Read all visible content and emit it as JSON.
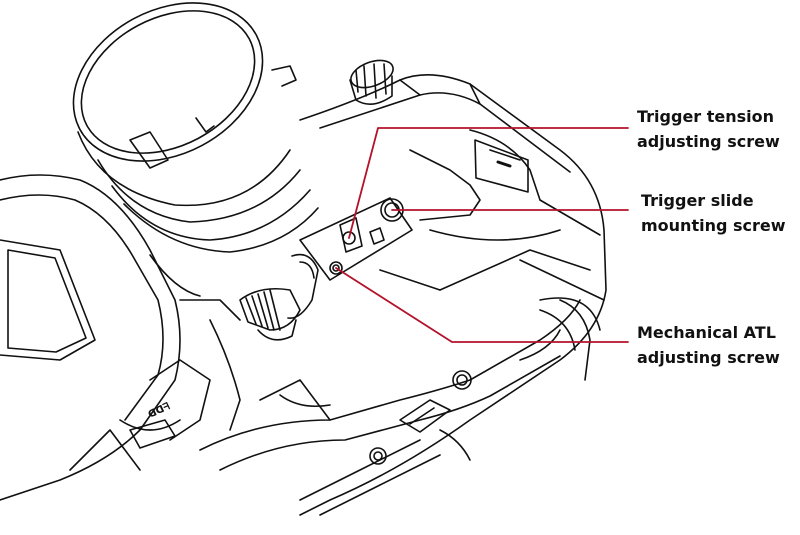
{
  "colors": {
    "line_art": "#111111",
    "callout": "#b3122a",
    "background": "#ffffff"
  },
  "callouts": [
    {
      "id": "trigger-tension",
      "lines": [
        "Trigger tension",
        "adjusting screw"
      ]
    },
    {
      "id": "trigger-slide",
      "lines": [
        "Trigger slide",
        "mounting screw"
      ]
    },
    {
      "id": "mechanical-atl",
      "lines": [
        "Mechanical ATL",
        "adjusting screw"
      ]
    }
  ],
  "device_markings": {
    "left_marking": "ᗡᗡᖷ"
  }
}
